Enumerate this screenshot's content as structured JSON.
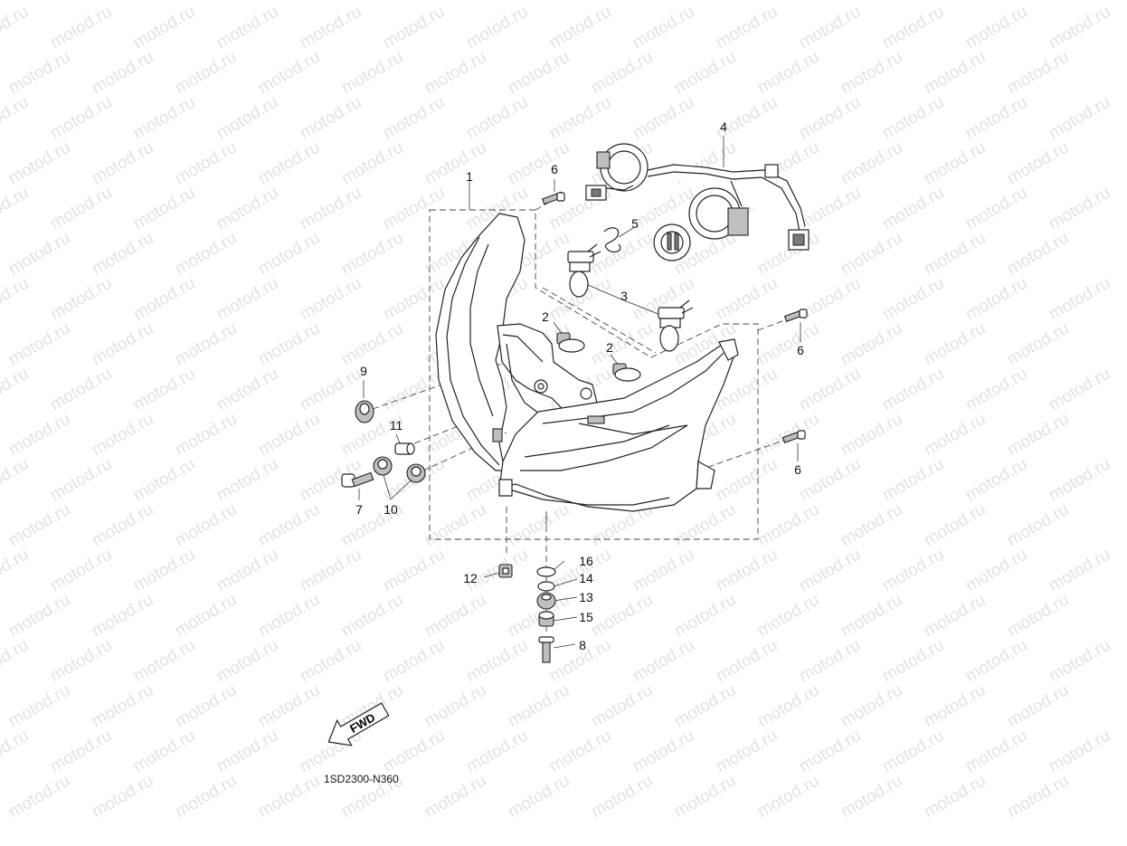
{
  "watermark": "motod.ru",
  "diagram_code": "1SD2300-N360",
  "fwd_label": "FWD",
  "callouts": [
    {
      "id": "c1",
      "text": "1"
    },
    {
      "id": "c2a",
      "text": "2"
    },
    {
      "id": "c2b",
      "text": "2"
    },
    {
      "id": "c3",
      "text": "3"
    },
    {
      "id": "c4",
      "text": "4"
    },
    {
      "id": "c5",
      "text": "5"
    },
    {
      "id": "c6a",
      "text": "6"
    },
    {
      "id": "c6b",
      "text": "6"
    },
    {
      "id": "c6c",
      "text": "6"
    },
    {
      "id": "c7",
      "text": "7"
    },
    {
      "id": "c8",
      "text": "8"
    },
    {
      "id": "c9",
      "text": "9"
    },
    {
      "id": "c10",
      "text": "10"
    },
    {
      "id": "c11",
      "text": "11"
    },
    {
      "id": "c12",
      "text": "12"
    },
    {
      "id": "c13",
      "text": "13"
    },
    {
      "id": "c14",
      "text": "14"
    },
    {
      "id": "c15",
      "text": "15"
    },
    {
      "id": "c16",
      "text": "16"
    }
  ]
}
